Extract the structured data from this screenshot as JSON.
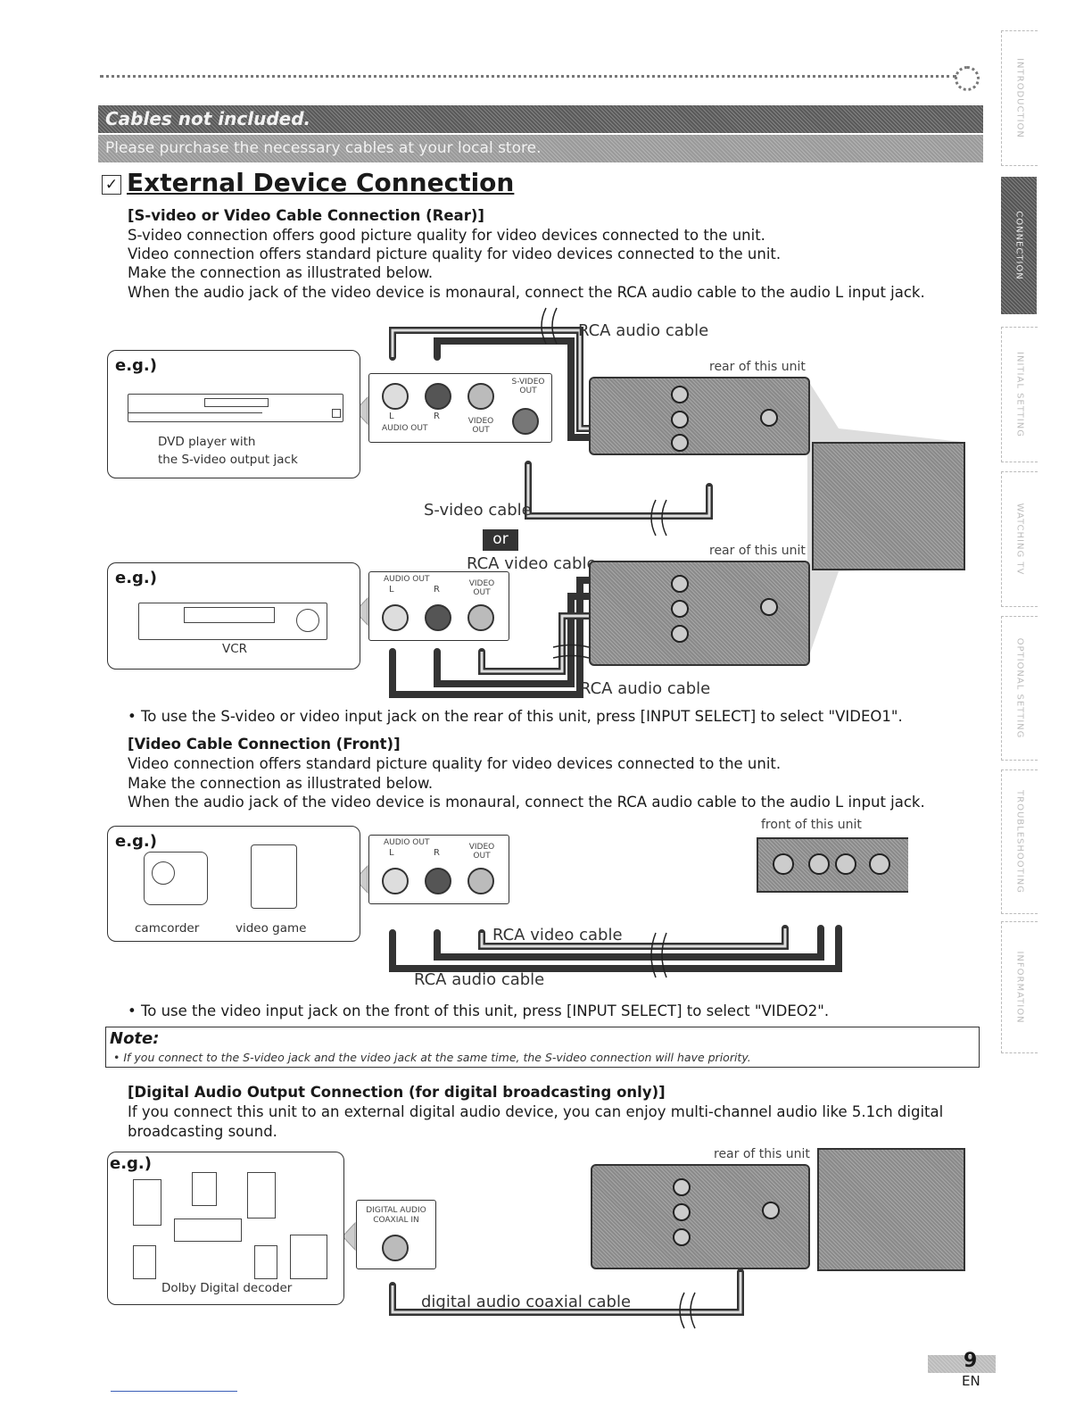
{
  "banner": {
    "title": "Cables not included.",
    "subtitle": "Please purchase the necessary cables at your local store."
  },
  "section_title": "External Device Connection",
  "svideo_section": {
    "heading": "[S-video or Video Cable Connection (Rear)]",
    "lines": [
      "S-video connection offers good picture quality for video devices connected to the unit.",
      "Video connection offers standard picture quality for video devices connected to the unit.",
      "Make the connection as illustrated below.",
      "When the audio jack of the video device is monaural, connect the RCA audio cable to the audio L input jack."
    ],
    "instruction": "• To use the S-video or video input jack on the rear of this unit, press [INPUT SELECT] to select \"VIDEO1\"."
  },
  "diagram1": {
    "eg": "e.g.)",
    "device": "DVD player with\nthe S-video output jack",
    "rca_audio_cable": "RCA audio cable",
    "rear_label": "rear of this unit",
    "svideo_cable": "S-video cable",
    "jack_l": "L",
    "jack_r": "R",
    "audio_out": "AUDIO OUT",
    "video_out": "VIDEO OUT",
    "svideo_out": "S-VIDEO OUT"
  },
  "or_label": "or",
  "diagram2": {
    "eg": "e.g.)",
    "device": "VCR",
    "rca_video_cable": "RCA video cable",
    "rear_label": "rear of this unit",
    "rca_audio_cable": "RCA audio cable",
    "audio_out": "AUDIO OUT",
    "jack_l": "L",
    "jack_r": "R",
    "video_out": "VIDEO OUT"
  },
  "front_section": {
    "heading": "[Video Cable Connection (Front)]",
    "lines": [
      "Video connection offers standard picture quality for video devices connected to the unit.",
      "Make the connection as illustrated below.",
      "When the audio jack of the video device is monaural, connect the RCA audio cable to the audio L input jack."
    ],
    "instruction": "• To use the video input jack on the front of this unit, press [INPUT SELECT] to select \"VIDEO2\"."
  },
  "diagram3": {
    "eg": "e.g.)",
    "device1": "camcorder",
    "device2": "video game",
    "front_label": "front of this unit",
    "rca_video_cable": "RCA video cable",
    "rca_audio_cable": "RCA audio cable",
    "audio_out": "AUDIO OUT",
    "jack_l": "L",
    "jack_r": "R",
    "video_out": "VIDEO OUT"
  },
  "note": {
    "title": "Note:",
    "text": "• If you connect to the S-video jack and the video jack at the same time, the S-video connection will have priority."
  },
  "digital_section": {
    "heading": "[Digital Audio Output Connection (for digital broadcasting only)]",
    "lines": [
      "If you connect this unit to an external digital audio device, you can enjoy multi-channel audio like 5.1ch digital",
      "broadcasting sound."
    ]
  },
  "diagram4": {
    "eg": "e.g.)",
    "device": "Dolby Digital decoder",
    "rear_label": "rear of this unit",
    "jack_label": "DIGITAL AUDIO\nCOAXIAL IN",
    "cable": "digital audio coaxial cable"
  },
  "side_tabs": [
    "INTRODUCTION",
    "CONNECTION",
    "INITIAL SETTING",
    "WATCHING TV",
    "OPTIONAL SETTING",
    "TROUBLESHOOTING",
    "INFORMATION"
  ],
  "page": {
    "number": "9",
    "lang": "EN"
  }
}
